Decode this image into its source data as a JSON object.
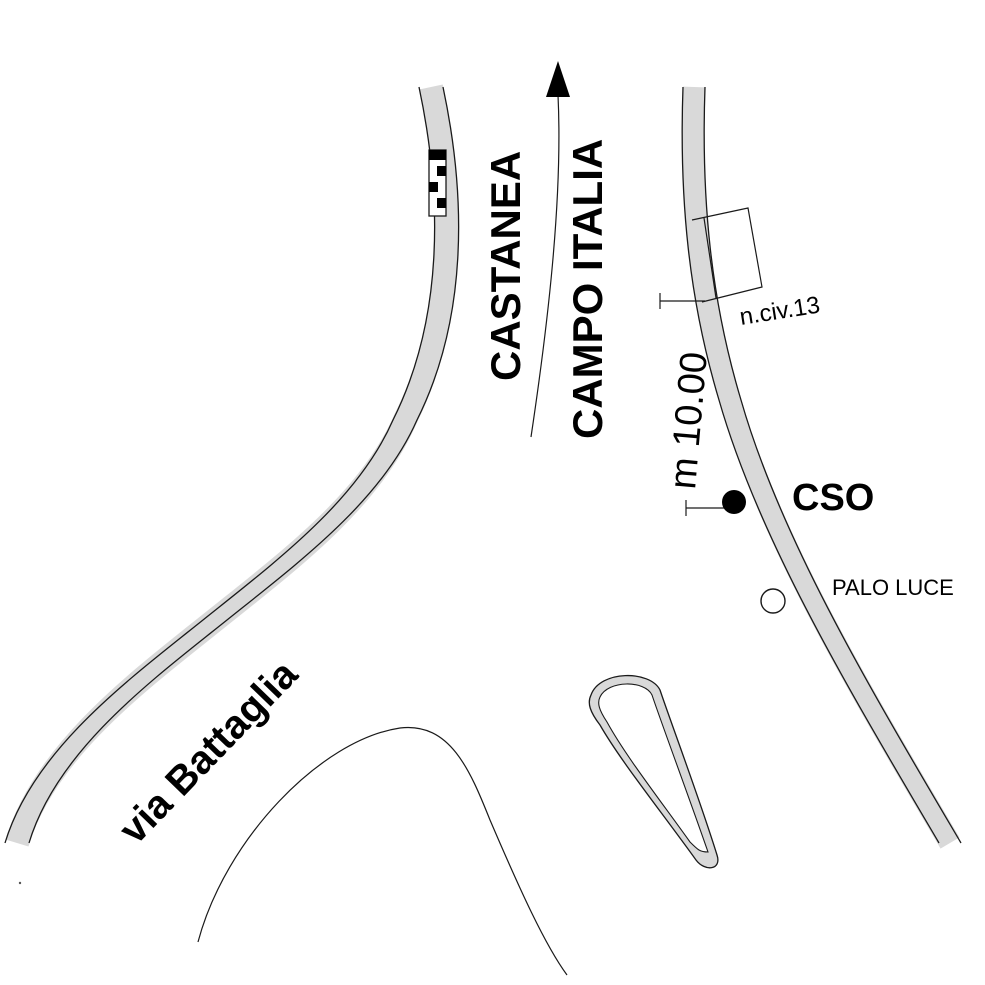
{
  "labels": {
    "castanea": "CASTANEA",
    "campo_italia": "CAMPO ITALIA",
    "house_number": "n.civ.13",
    "distance": "m 10.00",
    "cso": "CSO",
    "palo_luce": "PALO LUCE",
    "via_battaglia": "via Battaglia"
  },
  "legend": {
    "road_fill_color": "#d9d9d9",
    "line_color": "#1a1a1a",
    "cso_marker": "filled-circle",
    "palo_luce_marker": "open-circle",
    "direction_indicator": "arrow-up"
  }
}
